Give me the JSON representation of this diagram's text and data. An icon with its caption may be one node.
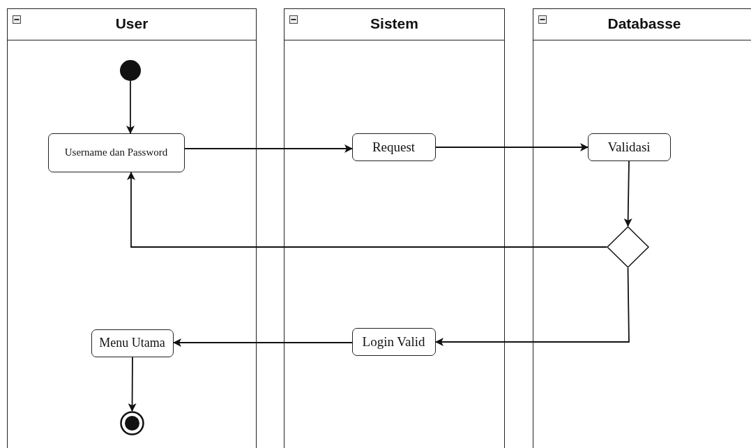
{
  "diagram": {
    "nodes": [
      {
        "text": [
          "User"
        ]
      },
      {
        "text": [
          "Sistem"
        ]
      },
      {
        "text": [
          "Databasse"
        ]
      },
      {
        "text": [],
        "shape": "circle",
        "in": 0
      },
      {
        "text": [
          "Username dan Password"
        ],
        "in": 0
      },
      {
        "text": [
          "Request"
        ],
        "in": 1
      },
      {
        "text": [
          "Validasi"
        ],
        "in": 2
      },
      {
        "text": [],
        "shape": "diamond",
        "in": 2
      },
      {
        "text": [
          "Login Valid"
        ],
        "in": 1
      },
      {
        "text": [
          "Menu Utama"
        ],
        "in": 0
      },
      {
        "text": [],
        "shape": "circle",
        "in": 0
      }
    ],
    "edges": [
      {
        "from": 3,
        "to": 4,
        "arrow": "to"
      },
      {
        "from": 4,
        "to": 5,
        "arrow": "to"
      },
      {
        "from": 5,
        "to": 6,
        "arrow": "to"
      },
      {
        "from": 6,
        "to": 7,
        "arrow": "to"
      },
      {
        "from": 7,
        "to": 4,
        "arrow": "to"
      },
      {
        "from": 7,
        "to": 8,
        "arrow": "to"
      },
      {
        "from": 8,
        "to": 9,
        "arrow": "to"
      },
      {
        "from": 9,
        "to": 10,
        "arrow": "to"
      }
    ]
  }
}
